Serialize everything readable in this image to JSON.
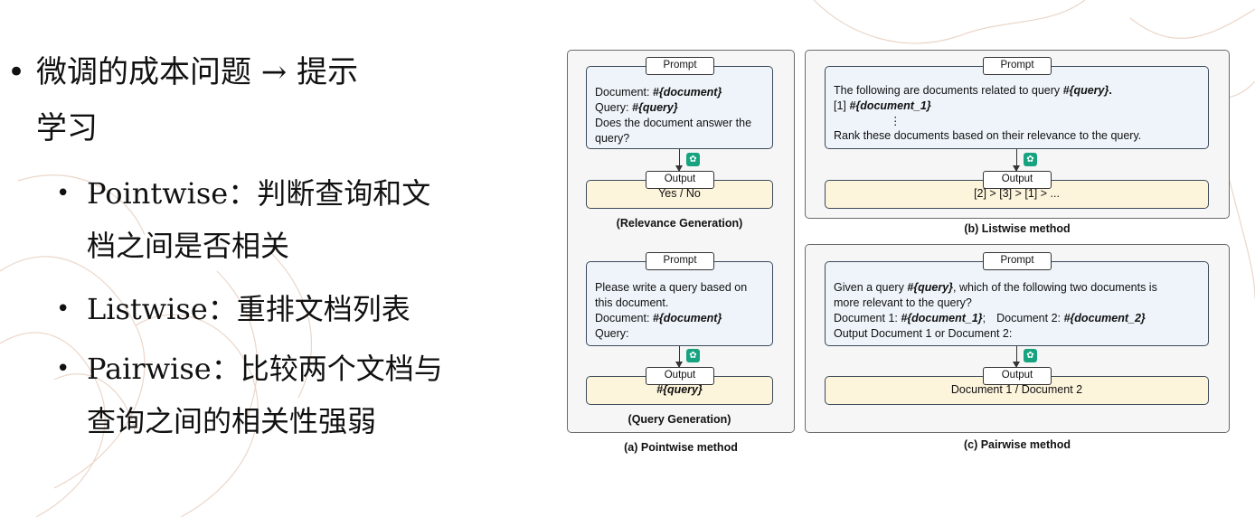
{
  "slide": {
    "bullets": {
      "main_line1": "微调的成本问题 → 提示",
      "main_line2": "学习",
      "sub1_line1": "Pointwise：判断查询和文",
      "sub1_line2": "档之间是否相关",
      "sub2_line1": "Listwise：重排文档列表",
      "sub3_line1": "Pairwise：比较两个文档与",
      "sub3_line2": "查询之间的相关性强弱"
    }
  },
  "diagram": {
    "pill_prompt": "Prompt",
    "pill_output": "Output",
    "pointwise": {
      "caption": "(a) Pointwise method",
      "relevance": {
        "doc_prefix": "Document: ",
        "doc_var": "#{document}",
        "query_prefix": "Query: ",
        "query_var": "#{query}",
        "question_line1": "Does the document answer the",
        "question_line2": "query?",
        "output": "Yes / No",
        "caption": "(Relevance Generation)"
      },
      "query_gen": {
        "line1": "Please write a query based on",
        "line2": "this document.",
        "doc_prefix": "Document: ",
        "doc_var": "#{document}",
        "query_line": "Query:",
        "output": "#{query}",
        "caption": "(Query Generation)"
      }
    },
    "listwise": {
      "caption": "(b) Listwise method",
      "line1_prefix": "The following are documents related to query ",
      "line1_var": "#{query}",
      "line1_suffix": ".",
      "item_prefix": "[1] ",
      "item_var": "#{document_1}",
      "ellipsis": "⋮",
      "last_line": "Rank these documents based on their relevance to the query.",
      "output": "[2] > [3] > [1] > ..."
    },
    "pairwise": {
      "caption": "(c) Pairwise method",
      "line1_prefix": "Given a query ",
      "line1_var": "#{query}",
      "line1_suffix": ", which of the following two documents is",
      "line2": "more relevant to the query?",
      "doc1_prefix": "Document 1: ",
      "doc1_var": "#{document_1}",
      "doc1_suffix": ";",
      "doc2_prefix": "Document 2: ",
      "doc2_var": "#{document_2}",
      "line4": "Output Document 1 or Document 2:",
      "output": "Document 1 / Document 2"
    }
  }
}
